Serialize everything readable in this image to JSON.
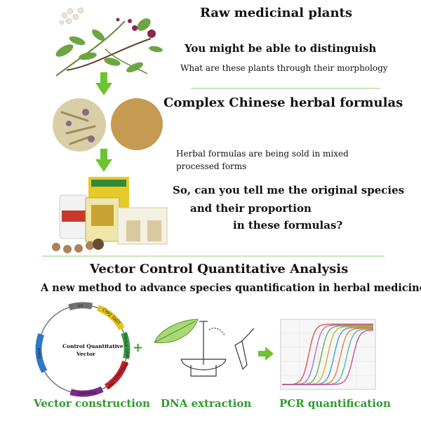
{
  "section1": {
    "heading": "Raw medicinal plants",
    "subheading": "You might be able to distinguish",
    "body": "What are these plants through their morphology"
  },
  "section2": {
    "heading": "Complex Chinese herbal formulas",
    "body_line1": "Herbal formulas are being sold in mixed",
    "body_line2": "processed forms",
    "question_line1": "So, can you tell me the original species",
    "question_line2": "and their proportion",
    "question_line3": "in these formulas?"
  },
  "section3": {
    "heading": "Vector Control Quantitative Analysis",
    "subheading": "A new method to advance species quantification in herbal medicine"
  },
  "vector": {
    "center_line1": "Control Quantitative",
    "center_line2": "Vector",
    "segments": [
      {
        "label": "ori",
        "color": "#6f6f6f"
      },
      {
        "label": "CYP2 TAGT",
        "color": "#e1c21b"
      },
      {
        "label": "Herbal DNA",
        "color": "#3aa048"
      },
      {
        "label": "Reference DNA",
        "color": "#c81f2a"
      },
      {
        "label": "Promoter",
        "color": "#7a2a8c"
      },
      {
        "label": "Gene",
        "color": "#2e78c8"
      }
    ]
  },
  "workflow": {
    "plus_sign": "+",
    "steps": [
      {
        "label": "Vector construction"
      },
      {
        "label": "DNA extraction"
      },
      {
        "label": "PCR quantification"
      }
    ]
  },
  "colors": {
    "accent_green": "#3aa02c",
    "label_green": "#2e9a2e",
    "arrow_green": "#6cc431"
  }
}
